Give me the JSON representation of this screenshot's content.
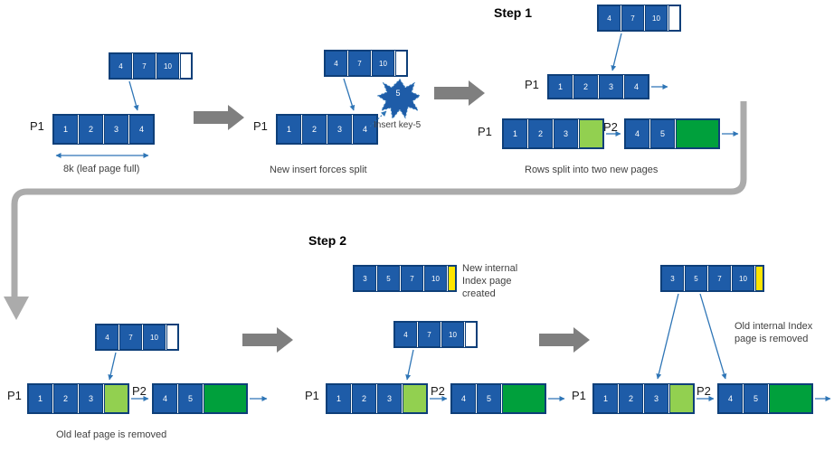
{
  "colors": {
    "page_blue": "#1E5CA8",
    "light_green": "#92D050",
    "dark_green": "#00A03C",
    "highlight_yellow": "#FFE500",
    "arrow_blue": "#2E75B6",
    "block_arrow_gray": "#7F7F7F",
    "connector_gray": "#ABABAB"
  },
  "labels": {
    "step1": "Step 1",
    "step2": "Step 2",
    "p1": "P1",
    "p2": "P2",
    "key5": "5",
    "insert_key": "Insert key-5",
    "caption_full": "8k (leaf page full)",
    "caption_split": "New insert forces split",
    "caption_rows": "Rows split into two new pages",
    "caption_old_leaf": "Old leaf page is removed",
    "caption_new_internal": [
      "New internal",
      "Index page",
      "created"
    ],
    "caption_old_internal": [
      "Old internal Index",
      "page is removed"
    ]
  },
  "pages": {
    "s1a_index": {
      "cells": [
        "4",
        "7",
        "10"
      ],
      "tail": "white"
    },
    "s1a_leaf": {
      "cells": [
        "1",
        "2",
        "3",
        "4"
      ]
    },
    "s1b_index": {
      "cells": [
        "4",
        "7",
        "10"
      ],
      "tail": "white"
    },
    "s1b_leaf": {
      "cells": [
        "1",
        "2",
        "3",
        "4"
      ]
    },
    "s1c_top_index": {
      "cells": [
        "4",
        "7",
        "10"
      ],
      "tail": "white"
    },
    "s1c_old_leaf": {
      "cells": [
        "1",
        "2",
        "3",
        "4"
      ]
    },
    "s1c_p1": {
      "cells": [
        "1",
        "2",
        "3"
      ],
      "tail": "lightgreen"
    },
    "s1c_p2": {
      "cells": [
        "4",
        "5"
      ],
      "tail": "green"
    },
    "s2a_index": {
      "cells": [
        "4",
        "7",
        "10"
      ],
      "tail": "white"
    },
    "s2a_p1": {
      "cells": [
        "1",
        "2",
        "3"
      ],
      "tail": "lightgreen"
    },
    "s2a_p2": {
      "cells": [
        "4",
        "5"
      ],
      "tail": "green"
    },
    "s2b_new_index": {
      "cells": [
        "3",
        "5",
        "7",
        "10"
      ],
      "tail": "yellow"
    },
    "s2b_index": {
      "cells": [
        "4",
        "7",
        "10"
      ],
      "tail": "white"
    },
    "s2b_p1": {
      "cells": [
        "1",
        "2",
        "3"
      ],
      "tail": "lightgreen"
    },
    "s2b_p2": {
      "cells": [
        "4",
        "5"
      ],
      "tail": "green"
    },
    "s2c_index": {
      "cells": [
        "3",
        "5",
        "7",
        "10"
      ],
      "tail": "yellow"
    },
    "s2c_p1": {
      "cells": [
        "1",
        "2",
        "3"
      ],
      "tail": "lightgreen"
    },
    "s2c_p2": {
      "cells": [
        "4",
        "5"
      ],
      "tail": "green"
    }
  }
}
